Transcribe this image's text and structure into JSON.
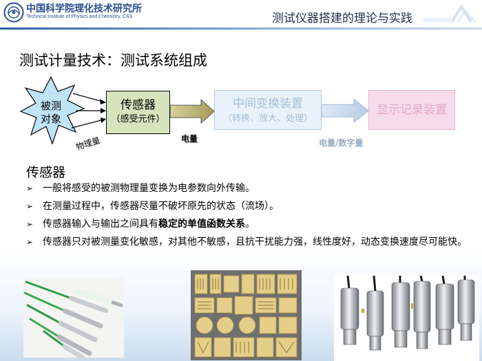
{
  "header": {
    "institute_cn": "中国科学院理化技术研究所",
    "institute_en": "Technical Institute of Physics and Chemistry, CAS",
    "course_title": "测试仪器搭建的理论与实践",
    "colors": {
      "brand_blue": "#2a4f8f",
      "rule_blue": "#2a5d9f"
    }
  },
  "slide": {
    "title": "测试计量技术：测试系统组成"
  },
  "diagram": {
    "measured_object": [
      "被测",
      "对象"
    ],
    "physical_quantity": "物理量",
    "sensor_box": {
      "title": "传感器",
      "subtitle": "（感受元件）"
    },
    "electrical_quantity": "电量",
    "intermediate_box": {
      "title": "中间变换装置",
      "subtitle": "（转换、放大、处理）"
    },
    "electrical_digital_quantity": "电量/数字量",
    "display_box": {
      "title": "显示记录装置"
    },
    "colors": {
      "star_fill": "#bfe3f7",
      "sensor_fill": "#d6e3bd",
      "intermediate_fill": "#e9f1fa",
      "display_fill": "#f6dbe9",
      "arrow_sensor": "#b5aa6a",
      "arrow_mid": "#c5d6ea"
    }
  },
  "sensor_section": {
    "title": "传感器",
    "bullet_marker": "➢",
    "bullets": [
      {
        "text": "一般将感受的被测物理量变换为电参数向外传输。"
      },
      {
        "text": "在测量过程中，传感器尽量不破坏原先的状态（流场）。"
      },
      {
        "pre": "传感器输入与输出之间具有",
        "bold": "稳定的单值函数关系",
        "post": "。"
      },
      {
        "text": "传感器只对被测量变化敏感，对其他不敏感，且抗干扰能力强，线性度好，动态变换速度尽可能快。"
      }
    ]
  },
  "photos": {
    "rods": "temperature-sensor-probes-photo",
    "gauges": "strain-gauge-array-photo",
    "transducers": "pressure-transducers-photo"
  }
}
